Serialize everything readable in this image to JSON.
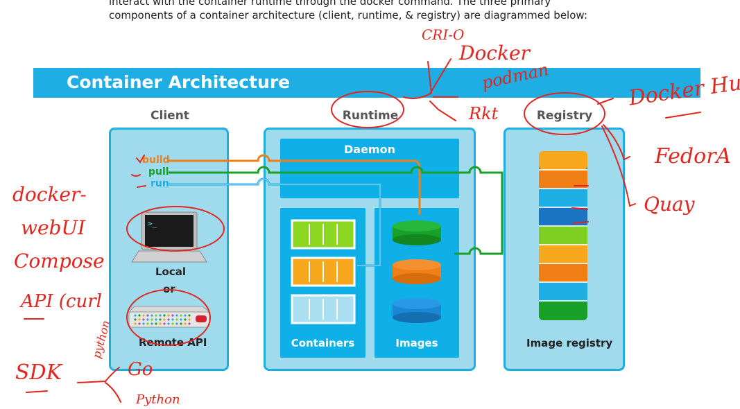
{
  "intro": {
    "line1": "interact with the container runtime through the  docker  command. The three primary",
    "line2": "components of a container architecture (client, runtime, & registry) are diagrammed below:"
  },
  "banner": {
    "title": "Container Architecture"
  },
  "columns": {
    "client": "Client",
    "runtime": "Runtime",
    "registry": "Registry"
  },
  "client": {
    "commands": [
      {
        "label": "build",
        "color": "#f07f16"
      },
      {
        "label": "pull",
        "color": "#19a028"
      },
      {
        "label": "run",
        "color": "#1eaee4"
      }
    ],
    "local_label": "Local",
    "or_label": "or",
    "remote_label": "Remote API",
    "terminal_prompt": ">_"
  },
  "runtime": {
    "daemon_label": "Daemon",
    "containers_label": "Containers",
    "images_label": "Images"
  },
  "registry": {
    "label": "Image registry"
  },
  "annotations": {
    "crio": "CRI-O",
    "docker": "Docker",
    "podman": "podman",
    "rkt": "Rkt",
    "docker_hub": "Docker Hub",
    "fedora": "FedorA",
    "quay": "Quay",
    "docker_webui": "docker-",
    "docker_webui2": "webUI",
    "compose": "Compose",
    "api": "API (curl",
    "python": "python",
    "sdk": "SDK",
    "go": "Go",
    "python2": "Python"
  },
  "colors": {
    "accent_blue": "#1eaee4",
    "light_panel": "#9fdbed",
    "orange": "#f07f16",
    "green": "#19a028",
    "yellow": "#f6a71c",
    "ink_red": "#e0261f"
  }
}
